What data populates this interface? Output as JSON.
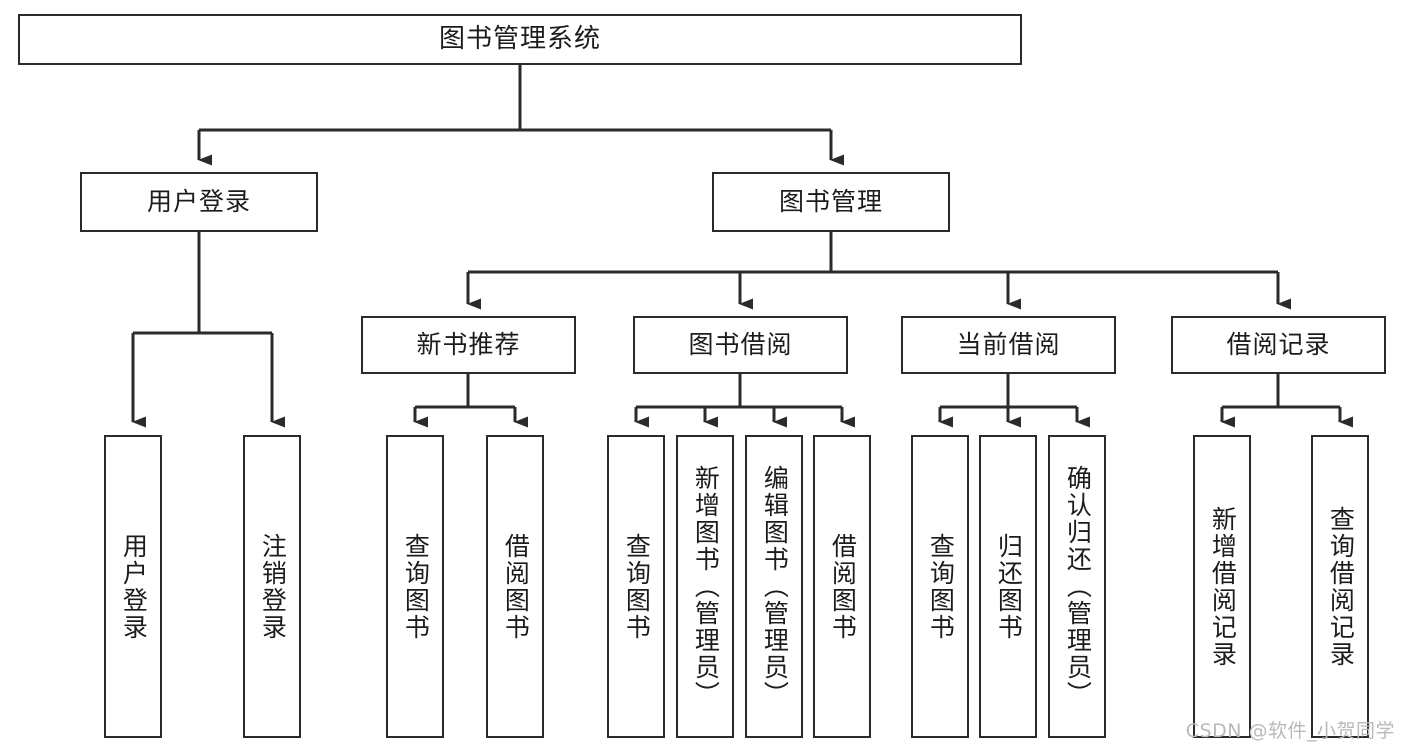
{
  "diagram": {
    "title": "图书管理系统",
    "type": "tree-hierarchy-diagram",
    "colors": {
      "background": "#ffffff",
      "box_border": "#2b2b2b",
      "box_fill": "#ffffff",
      "connector": "#2b2b2b",
      "text": "#1c1c1c",
      "watermark": "#b9b9b9"
    },
    "root": {
      "label": "图书管理系统"
    },
    "level2": [
      {
        "id": "user-login",
        "label": "用户登录"
      },
      {
        "id": "book-manage",
        "label": "图书管理"
      }
    ],
    "level3": [
      {
        "id": "new-book-recommend",
        "label": "新书推荐",
        "parent": "book-manage"
      },
      {
        "id": "book-borrow",
        "label": "图书借阅",
        "parent": "book-manage"
      },
      {
        "id": "current-borrow",
        "label": "当前借阅",
        "parent": "book-manage"
      },
      {
        "id": "borrow-record",
        "label": "借阅记录",
        "parent": "book-manage"
      }
    ],
    "leaves": {
      "user_login": [
        {
          "id": "leaf-user-login",
          "label": "用户登录"
        },
        {
          "id": "leaf-logout-login",
          "label": "注销登录"
        }
      ],
      "new_book_recommend": [
        {
          "id": "leaf-query-book-1",
          "label": "查询图书"
        },
        {
          "id": "leaf-borrow-book-1",
          "label": "借阅图书"
        }
      ],
      "book_borrow": [
        {
          "id": "leaf-query-book-2",
          "label": "查询图书"
        },
        {
          "id": "leaf-add-book",
          "label": "新增图书（管理员）"
        },
        {
          "id": "leaf-edit-book",
          "label": "编辑图书（管理员）"
        },
        {
          "id": "leaf-borrow-book-2",
          "label": "借阅图书"
        }
      ],
      "current_borrow": [
        {
          "id": "leaf-query-book-3",
          "label": "查询图书"
        },
        {
          "id": "leaf-return-book",
          "label": "归还图书"
        },
        {
          "id": "leaf-confirm-return",
          "label": "确认归还（管理员）"
        }
      ],
      "borrow_record": [
        {
          "id": "leaf-add-record",
          "label": "新增借阅记录"
        },
        {
          "id": "leaf-query-record",
          "label": "查询借阅记录"
        }
      ]
    },
    "watermark": "CSDN @软件_小贺同学"
  }
}
